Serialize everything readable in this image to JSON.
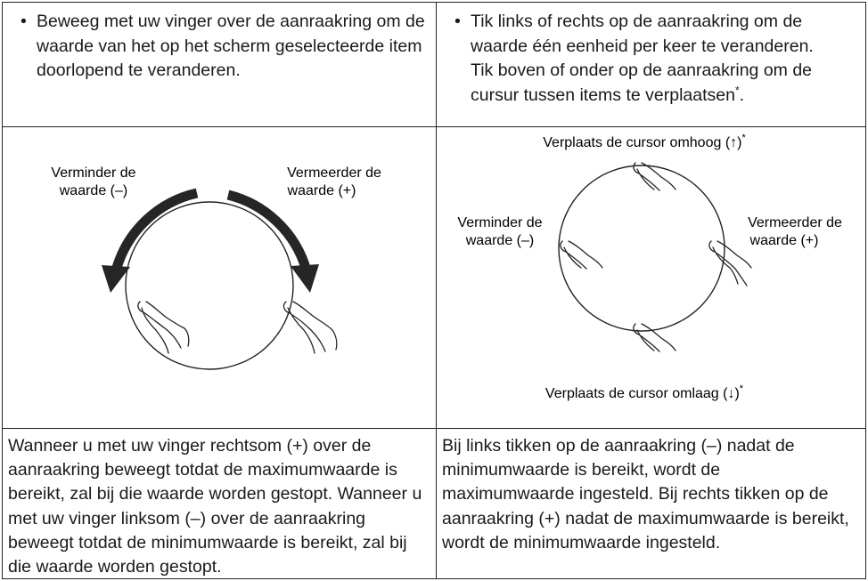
{
  "top_left": {
    "bullet": "•",
    "text": "Beweeg met uw vinger over de aanraakring om de waarde van het op het scherm geselecteerde item doorlopend te veranderen."
  },
  "top_right": {
    "bullet": "•",
    "text": "Tik links of rechts op de aanraakring om de waarde één eenheid per keer te veranderen. Tik boven of onder op de aanraakring om de cursur tussen items te verplaatsen",
    "footnote_mark": "*",
    "end": "."
  },
  "left_diagram": {
    "label_left_1": "Verminder de",
    "label_left_2": "waarde (–)",
    "label_right_1": "Vermeerder de",
    "label_right_2": "waarde (+)"
  },
  "right_diagram": {
    "label_up": "Verplaats de cursor omhoog (↑)",
    "label_up_mark": "*",
    "label_left_1": "Verminder de",
    "label_left_2": "waarde (–)",
    "label_right_1": "Vermeerder de",
    "label_right_2": "waarde (+)",
    "label_down": "Verplaats de cursor omlaag (↓)",
    "label_down_mark": "*"
  },
  "bottom_left": {
    "text": "Wanneer u met uw vinger rechtsom (+) over de aanraakring beweegt totdat de maximumwaarde is bereikt, zal bij die waarde worden gestopt. Wanneer u met uw vinger linksom (–) over de aanraakring beweegt totdat de minimumwaarde is bereikt, zal bij die waarde worden gestopt."
  },
  "bottom_right": {
    "text": "Bij links tikken op de aanraakring (–) nadat de minimumwaarde is bereikt, wordt de maximumwaarde ingesteld. Bij rechts tikken op de aanraakring (+) nadat de maximumwaarde is bereikt, wordt de minimumwaarde ingesteld."
  }
}
